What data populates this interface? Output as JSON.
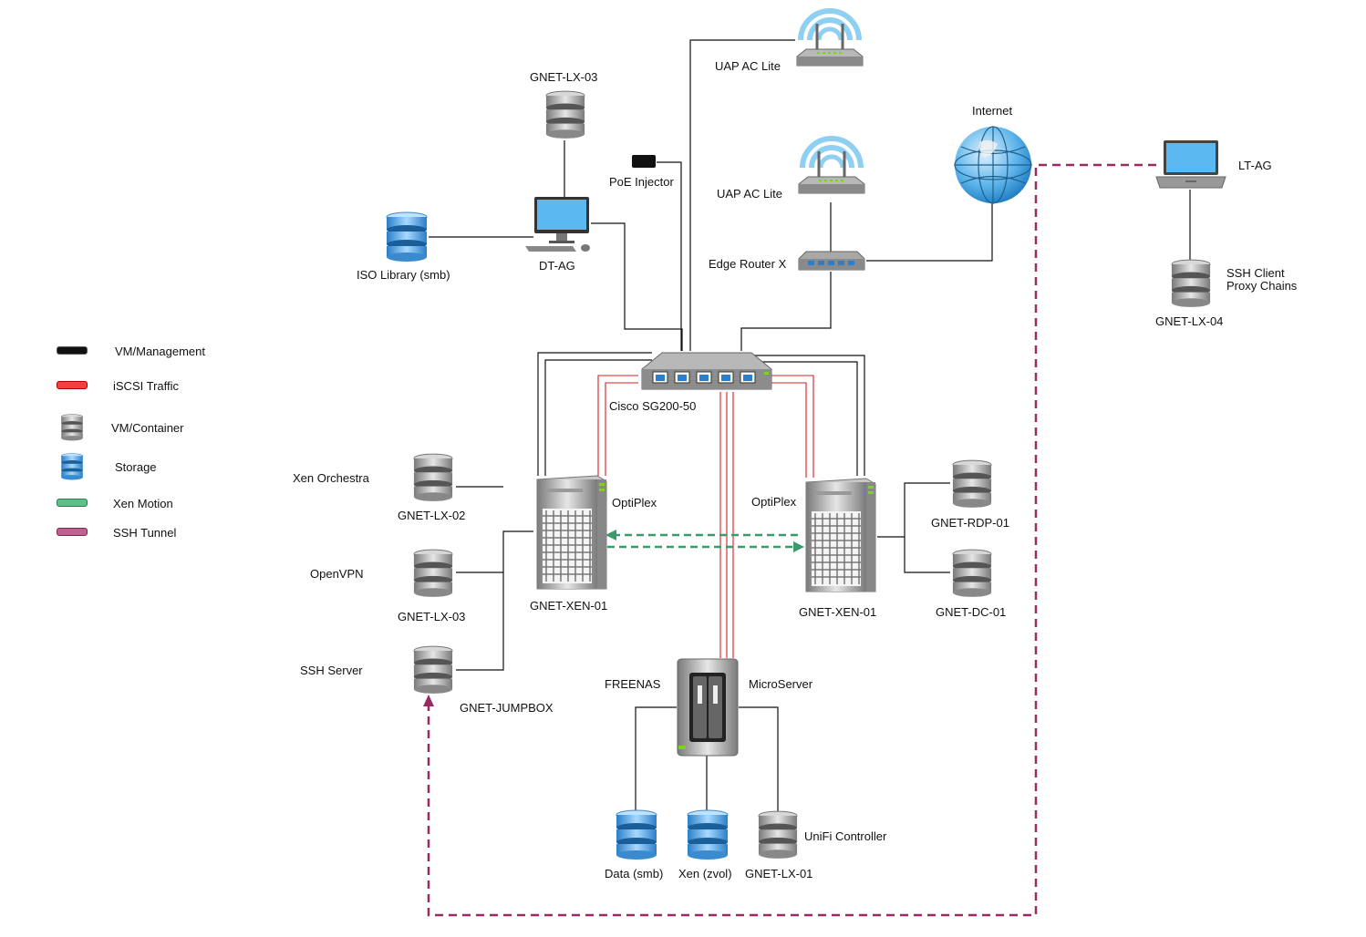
{
  "colors": {
    "management": "#111111",
    "iscsi": "#d42020",
    "xen_motion": "#3a9a6a",
    "ssh_tunnel": "#9a2a62",
    "storage_blue": "#5aaee8",
    "vm_gray": "#9a9a9a"
  },
  "legend": {
    "management": "VM/Management",
    "iscsi": "iSCSI Traffic",
    "vm_container": "VM/Container",
    "storage": "Storage",
    "xen_motion": "Xen Motion",
    "ssh_tunnel": "SSH Tunnel"
  },
  "nodes": {
    "uap1": "UAP AC Lite",
    "uap2": "UAP AC Lite",
    "poe": "PoE Injector",
    "internet": "Internet",
    "edge": "Edge Router X",
    "switch": "Cisco SG200-50",
    "dtag": "DT-AG",
    "lx03_top": "GNET-LX-03",
    "iso": "ISO Library (smb)",
    "ltag": "LT-AG",
    "lx04": "GNET-LX-04",
    "ssh_client": "SSH Client\nProxy Chains",
    "optiplex_left": "OptiPlex",
    "optiplex_right": "OptiPlex",
    "xen01_left": "GNET-XEN-01",
    "xen01_right": "GNET-XEN-01",
    "xen_orchestra": "Xen Orchestra",
    "lx02": "GNET-LX-02",
    "openvpn": "OpenVPN",
    "lx03_mid": "GNET-LX-03",
    "ssh_server": "SSH Server",
    "jumpbox": "GNET-JUMPBOX",
    "rdp01": "GNET-RDP-01",
    "dc01": "GNET-DC-01",
    "freenas": "FREENAS",
    "microserver": "MicroServer",
    "data_smb": "Data (smb)",
    "xen_zvol": "Xen (zvol)",
    "lx01": "GNET-LX-01",
    "unifi": "UniFi Controller"
  }
}
